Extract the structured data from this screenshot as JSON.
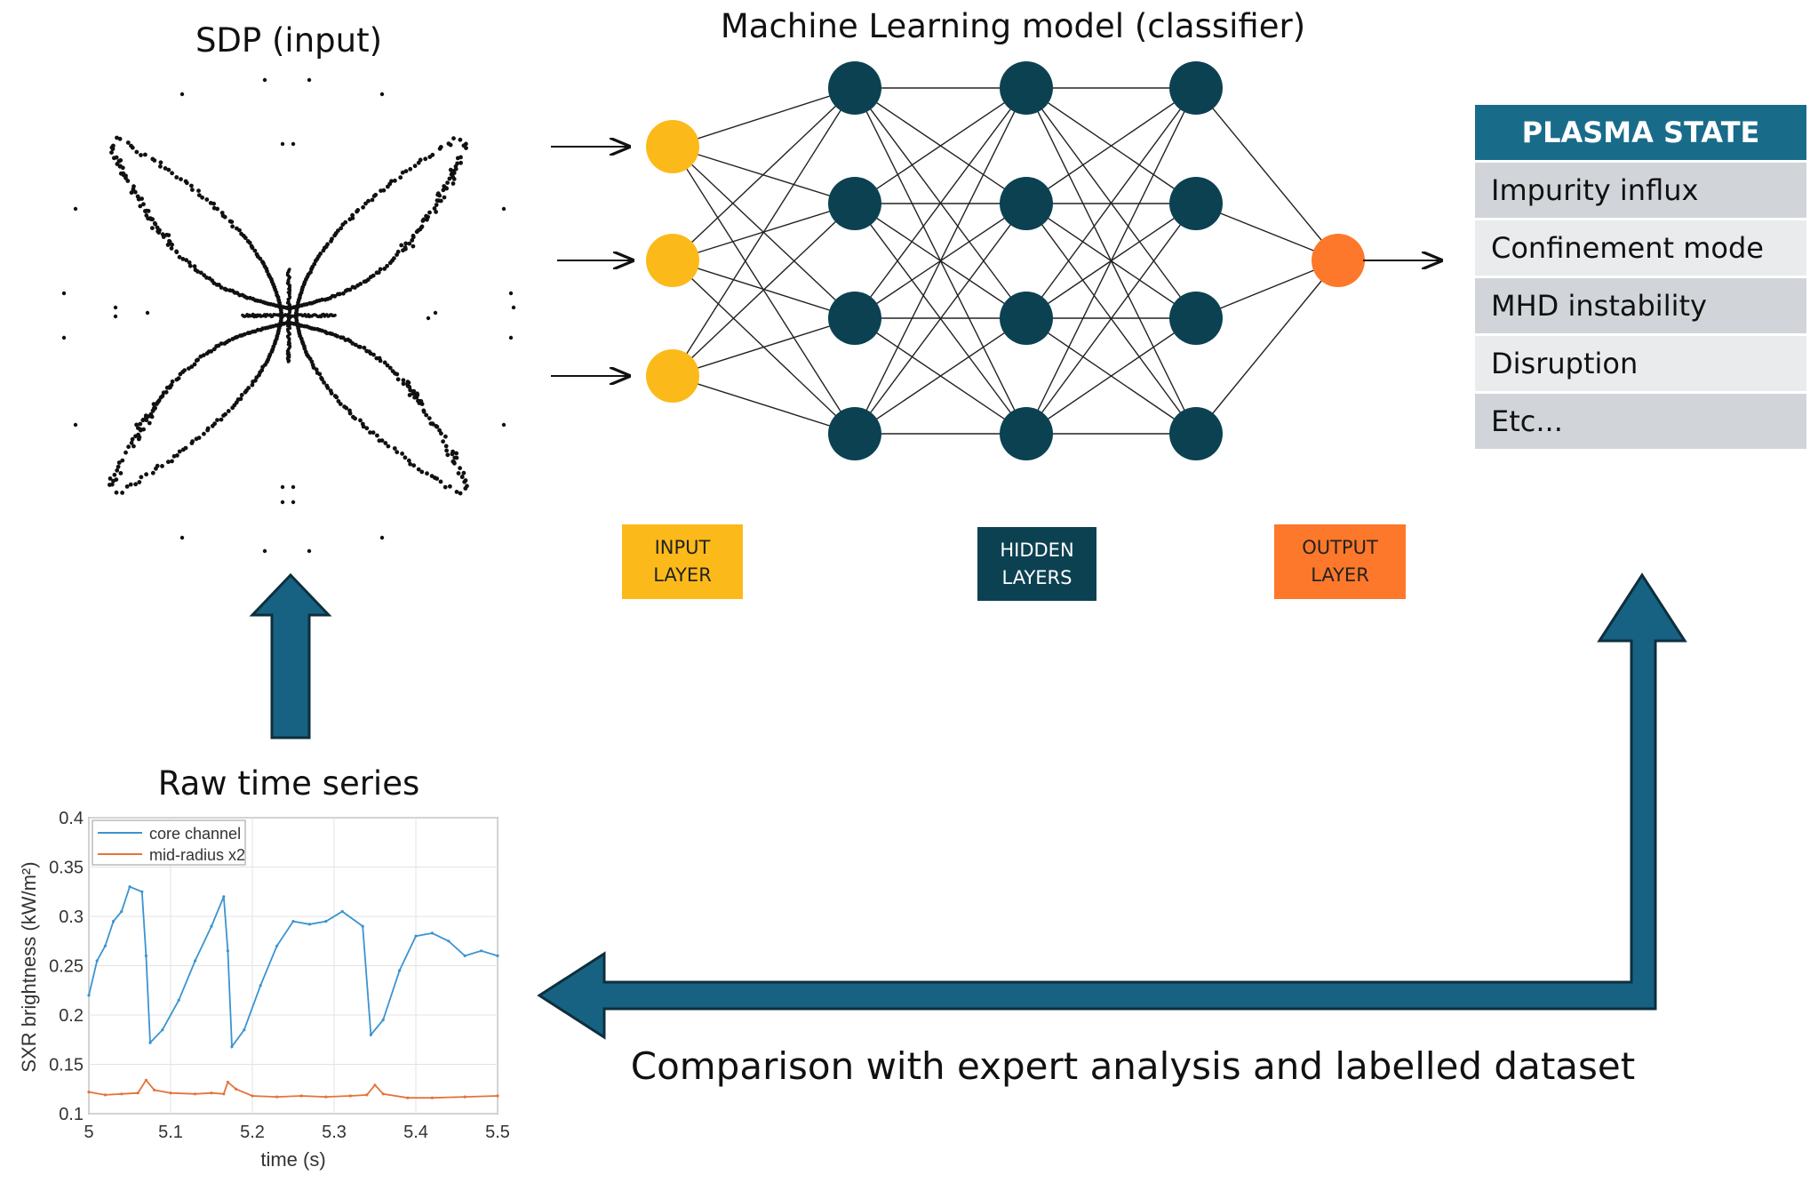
{
  "headings": {
    "sdp": "SDP (input)",
    "ml": "Machine Learning model (classifier)",
    "raw": "Raw time series",
    "comparison": "Comparison with expert analysis and labelled dataset"
  },
  "layers": {
    "input": [
      "INPUT",
      "LAYER"
    ],
    "hidden": [
      "HIDDEN",
      "LAYERS"
    ],
    "output": [
      "OUTPUT",
      "LAYER"
    ]
  },
  "plasma_state": {
    "header": "PLASMA STATE",
    "items": [
      "Impurity influx",
      "Confinement mode",
      "MHD instability",
      "Disruption",
      "Etc..."
    ]
  },
  "colors": {
    "input_node": "#fcba1a",
    "hidden_node": "#0c4152",
    "output_node": "#fd782a",
    "arrow": "#176282",
    "core_series": "#3b94d0",
    "mid_series": "#e4733a"
  },
  "network": {
    "layer_sizes": [
      3,
      4,
      4,
      4,
      1
    ]
  },
  "chart_data": {
    "type": "line",
    "title": "",
    "xlabel": "time (s)",
    "ylabel": "SXR brightness (kW/m²)",
    "xlim": [
      5,
      5.5
    ],
    "ylim": [
      0.1,
      0.4
    ],
    "xticks": [
      "5",
      "5.1",
      "5.2",
      "5.3",
      "5.4",
      "5.5"
    ],
    "yticks": [
      "0.1",
      "0.15",
      "0.2",
      "0.25",
      "0.3",
      "0.35",
      "0.4"
    ],
    "grid": true,
    "legend": "top-left",
    "series": [
      {
        "name": "core channel",
        "x": [
          5.0,
          5.01,
          5.02,
          5.03,
          5.04,
          5.05,
          5.065,
          5.07,
          5.075,
          5.09,
          5.11,
          5.13,
          5.15,
          5.165,
          5.17,
          5.175,
          5.19,
          5.21,
          5.23,
          5.25,
          5.27,
          5.29,
          5.31,
          5.335,
          5.345,
          5.36,
          5.38,
          5.4,
          5.42,
          5.44,
          5.46,
          5.48,
          5.5
        ],
        "y": [
          0.22,
          0.255,
          0.27,
          0.295,
          0.305,
          0.33,
          0.325,
          0.26,
          0.172,
          0.185,
          0.215,
          0.255,
          0.29,
          0.32,
          0.265,
          0.168,
          0.185,
          0.23,
          0.27,
          0.295,
          0.292,
          0.295,
          0.305,
          0.29,
          0.18,
          0.195,
          0.245,
          0.28,
          0.283,
          0.275,
          0.26,
          0.265,
          0.26
        ]
      },
      {
        "name": "mid-radius x2",
        "x": [
          5.0,
          5.02,
          5.04,
          5.06,
          5.07,
          5.08,
          5.1,
          5.13,
          5.15,
          5.165,
          5.17,
          5.18,
          5.2,
          5.23,
          5.26,
          5.29,
          5.32,
          5.34,
          5.35,
          5.36,
          5.39,
          5.42,
          5.46,
          5.5
        ],
        "y": [
          0.122,
          0.119,
          0.12,
          0.121,
          0.134,
          0.124,
          0.121,
          0.12,
          0.121,
          0.12,
          0.132,
          0.125,
          0.118,
          0.117,
          0.118,
          0.117,
          0.118,
          0.119,
          0.129,
          0.12,
          0.116,
          0.116,
          0.117,
          0.118
        ]
      }
    ]
  }
}
